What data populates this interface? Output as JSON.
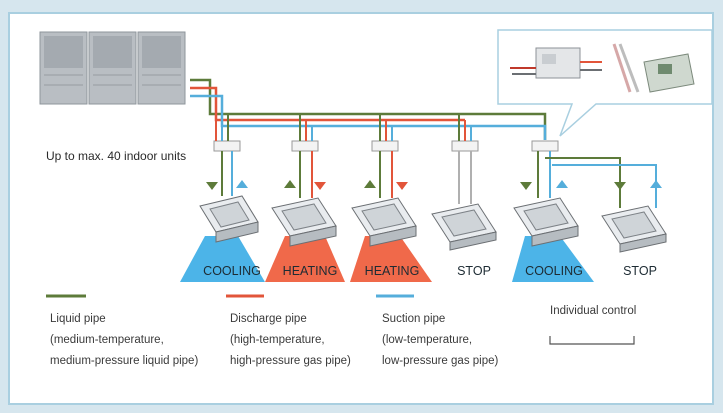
{
  "caption": "Up to max. 40 indoor units",
  "modes": [
    "COOLING",
    "HEATING",
    "HEATING",
    "STOP",
    "COOLING",
    "STOP"
  ],
  "legend": [
    {
      "lines": [
        "Liquid pipe",
        "(medium-temperature,",
        "medium-pressure liquid pipe)"
      ]
    },
    {
      "lines": [
        "Discharge pipe",
        "(high-temperature,",
        "high-pressure gas pipe)"
      ]
    },
    {
      "lines": [
        "Suction pipe",
        "(low-temperature,",
        "low-pressure gas pipe)"
      ]
    }
  ],
  "individual_control": "Individual control",
  "colors": {
    "liquid": "#5d7b3a",
    "discharge": "#e2553a",
    "suction": "#55aedb",
    "cooling_fill": "#4cb4e8",
    "heating_fill": "#f0694a",
    "frame": "#a9cfe0"
  }
}
